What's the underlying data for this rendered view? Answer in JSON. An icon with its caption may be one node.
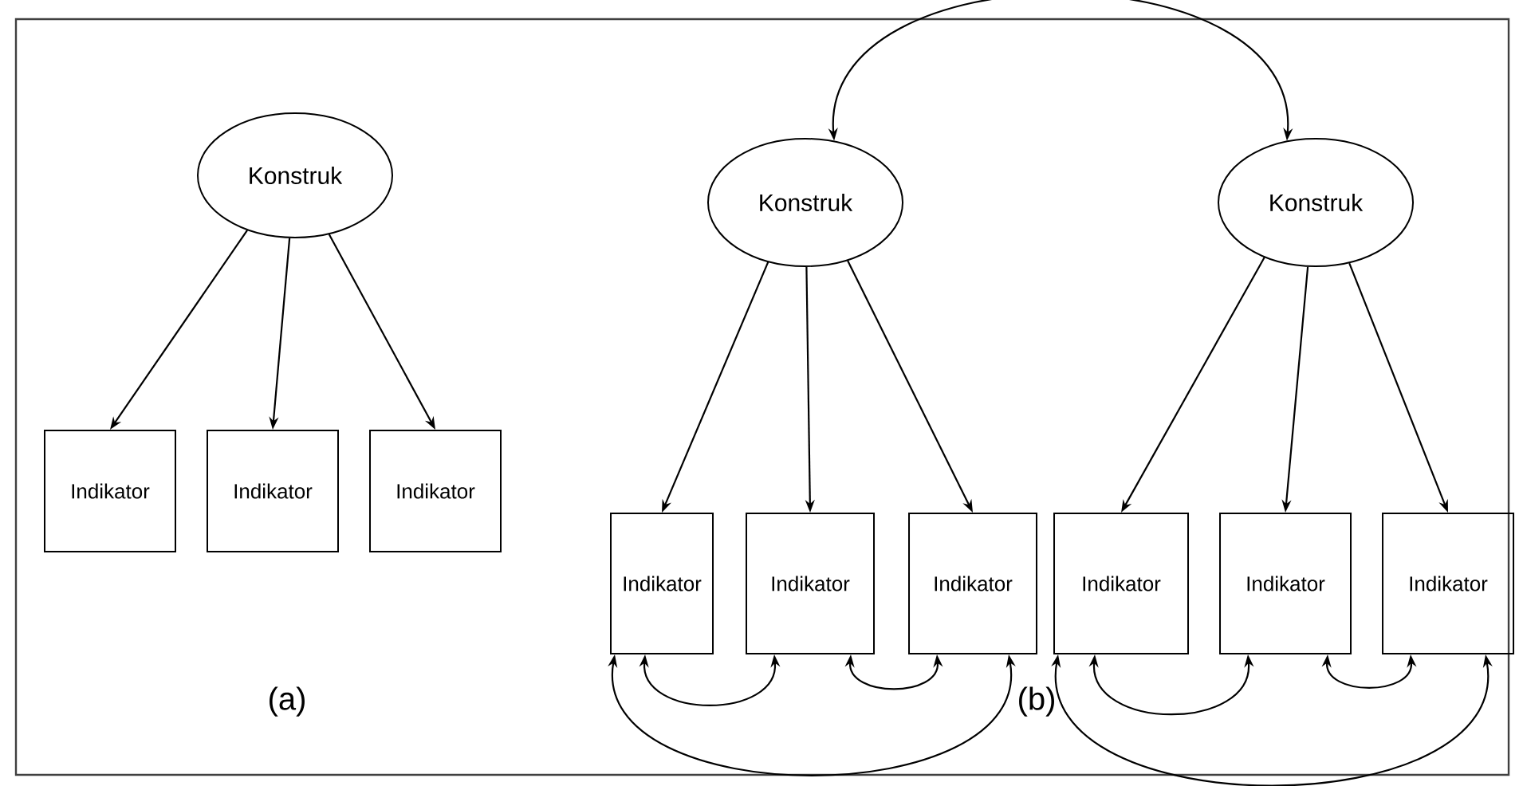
{
  "diagram": {
    "nodes": [
      {
        "text": [
          "Konstruk"
        ]
      },
      {
        "text": [
          "Indikator"
        ]
      },
      {
        "text": [
          "Indikator"
        ]
      },
      {
        "text": [
          "Indikator"
        ]
      },
      {
        "text": [
          "Konstruk"
        ]
      },
      {
        "text": [
          "Konstruk"
        ]
      },
      {
        "text": [
          "Indikator"
        ]
      },
      {
        "text": [
          "Indikator"
        ]
      },
      {
        "text": [
          "Indikator"
        ]
      },
      {
        "text": [
          "Indikator"
        ]
      },
      {
        "text": [
          "Indikator"
        ]
      },
      {
        "text": [
          "Indikator"
        ]
      }
    ],
    "edges": [
      {
        "from": 0,
        "to": 1,
        "arrow": "to"
      },
      {
        "from": 0,
        "to": 2,
        "arrow": "to"
      },
      {
        "from": 0,
        "to": 3,
        "arrow": "to"
      },
      {
        "from": 4,
        "to": 5,
        "arrow": "both"
      },
      {
        "from": 4,
        "to": 6,
        "arrow": "to"
      },
      {
        "from": 4,
        "to": 7,
        "arrow": "to"
      },
      {
        "from": 4,
        "to": 8,
        "arrow": "to"
      },
      {
        "from": 5,
        "to": 9,
        "arrow": "to"
      },
      {
        "from": 5,
        "to": 10,
        "arrow": "to"
      },
      {
        "from": 5,
        "to": 11,
        "arrow": "to"
      },
      {
        "from": 6,
        "to": 7,
        "arrow": "both"
      },
      {
        "from": 7,
        "to": 8,
        "arrow": "both"
      },
      {
        "from": 6,
        "to": 8,
        "arrow": "both"
      },
      {
        "from": 9,
        "to": 10,
        "arrow": "both"
      },
      {
        "from": 10,
        "to": 11,
        "arrow": "both"
      },
      {
        "from": 9,
        "to": 11,
        "arrow": "both"
      }
    ],
    "labels": [
      "(a)",
      "(b)"
    ]
  }
}
